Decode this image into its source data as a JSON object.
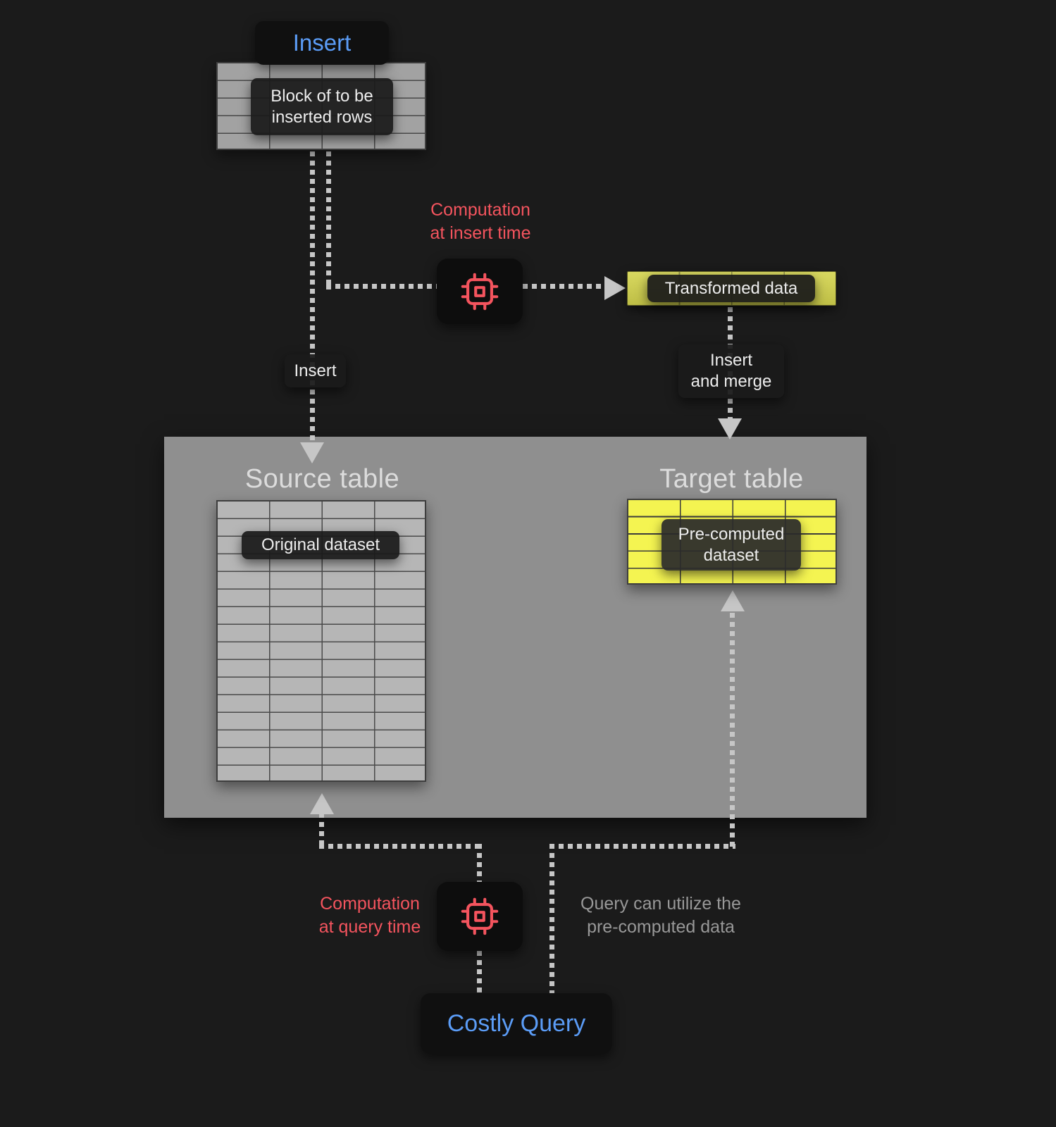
{
  "colors": {
    "bg": "#1b1b1b",
    "panel": "#8f8f8f",
    "blue": "#5b9cf6",
    "red": "#f4545e",
    "yellow": "#f4f451",
    "olive": "#d4d44e",
    "dots": "#c6c6c6"
  },
  "top": {
    "insert_title": "Insert",
    "block_label_line1": "Block of to be",
    "block_label_line2": "inserted rows"
  },
  "insert_flow": {
    "computation_line1": "Computation",
    "computation_line2": "at insert time",
    "transformed_data": "Transformed data",
    "insert_edge": "Insert",
    "insert_merge_line1": "Insert",
    "insert_merge_line2": "and merge"
  },
  "tables_panel": {
    "source_title": "Source table",
    "source_dataset": "Original dataset",
    "target_title": "Target table",
    "target_dataset_line1": "Pre-computed",
    "target_dataset_line2": "dataset"
  },
  "query_flow": {
    "computation_line1": "Computation",
    "computation_line2": "at query time",
    "note_line1": "Query can utilize the",
    "note_line2": "pre-computed data",
    "costly_query": "Costly Query"
  }
}
